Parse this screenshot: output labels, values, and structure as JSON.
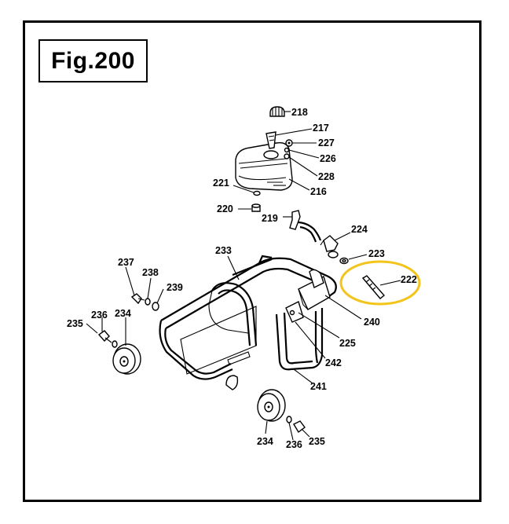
{
  "figure": {
    "title": "Fig.200"
  },
  "highlight": {
    "color": "#f2c41c",
    "part": "222"
  },
  "labels": {
    "p218": "218",
    "p217": "217",
    "p227": "227",
    "p226": "226",
    "p228": "228",
    "p216": "216",
    "p221": "221",
    "p220": "220",
    "p219": "219",
    "p224": "224",
    "p223": "223",
    "p222": "222",
    "p233": "233",
    "p237": "237",
    "p238": "238",
    "p239": "239",
    "p236a": "236",
    "p234a": "234",
    "p235a": "235",
    "p240": "240",
    "p225": "225",
    "p242": "242",
    "p241": "241",
    "p234b": "234",
    "p236b": "236",
    "p235b": "235"
  }
}
